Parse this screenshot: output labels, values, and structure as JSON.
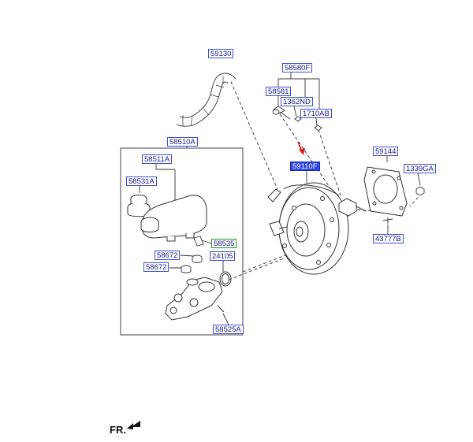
{
  "diagram": {
    "accent_color": "#3a4fd8",
    "selected_color": "#2f46e0",
    "highlight_color": "#1f9a2f",
    "arrow_color": "#e02020",
    "labels": {
      "p59130": "59130",
      "p58580F": "58580F",
      "p58581": "58581",
      "p1362ND": "1362ND",
      "p1710AB": "1710AB",
      "p58510A": "58510A",
      "p58511A": "58511A",
      "p58531A": "58531A",
      "p59110F": "59110F",
      "p59144": "59144",
      "p1339GA": "1339GA",
      "p43777B": "43777B",
      "p58535": "58535",
      "p58672a": "58672",
      "p58672b": "58672",
      "p24105": "24105",
      "p58525A": "58525A"
    },
    "direction_label": "FR."
  }
}
